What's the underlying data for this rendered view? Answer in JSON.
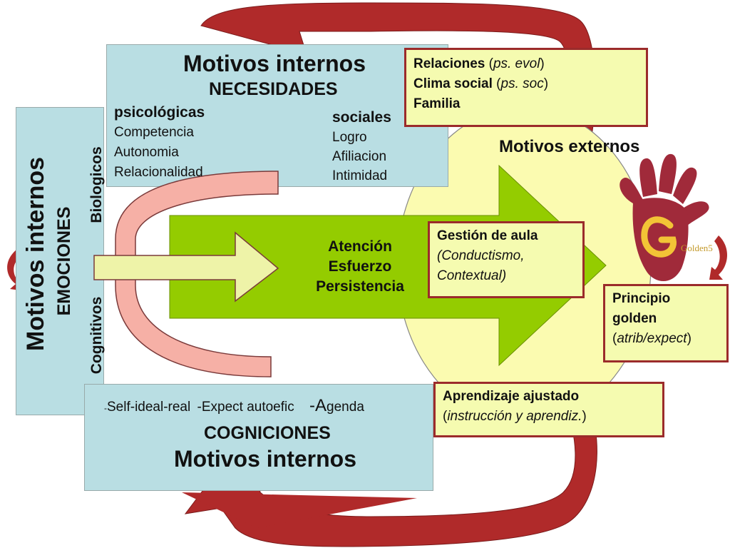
{
  "top_panel": {
    "title": "Motivos internos",
    "subtitle": "NECESIDADES",
    "psicologicas": {
      "heading": "psicológicas",
      "items": [
        "Competencia",
        "Autonomia",
        "Relacionalidad"
      ]
    },
    "sociales": {
      "heading": "sociales",
      "items": [
        "Logro",
        "Afiliacion",
        "Intimidad"
      ]
    }
  },
  "left_panel": {
    "title": "Motivos internos",
    "subtitle": "EMOCIONES",
    "label_top": "Biologicos",
    "label_bottom": "Cognitivos"
  },
  "bottom_panel": {
    "line_prefix": "-",
    "line_a": "Self-ideal-real",
    "line_b": "-Expect autoefic",
    "line_c_dash": "-A",
    "line_c_rest": "genda",
    "subtitle": "COGNICIONES",
    "title": "Motivos internos"
  },
  "center": {
    "lines": [
      "Atención",
      "Esfuerzo",
      "Persistencia"
    ]
  },
  "externos_label": "Motivos externos",
  "relaciones_box": [
    {
      "bold": "Relaciones",
      "paren_open": " (",
      "italic": "ps. evol",
      "paren_close": ")"
    },
    {
      "bold": "Clima social",
      "paren_open": " (",
      "italic": "ps. soc",
      "paren_close": ")"
    },
    {
      "bold": "Familia",
      "paren_open": "",
      "italic": "",
      "paren_close": ""
    }
  ],
  "gestion_box": {
    "title": "Gestión de aula",
    "line2": "(Conductismo,",
    "line3": "Contextual)"
  },
  "principio_box": {
    "line1": "Principio",
    "line2": "golden",
    "paren_open": "(",
    "italic": "atrib/expect",
    "paren_close": ")"
  },
  "aprendizaje_box": {
    "title": "Aprendizaje ajustado",
    "paren_open": "(",
    "italic": "instrucción y aprendiz.",
    "paren_close": ")"
  },
  "logo": {
    "text": "Golden5",
    "icon": "hand-logo-icon"
  },
  "colors": {
    "panel": "#b9dee3",
    "green_arrow": "#94cc00",
    "yellow_box": "#f5fbb0",
    "dark_red": "#b02a2a",
    "ellipse": "#fbfbb0",
    "pink_arrow": "#f6b0a6"
  }
}
